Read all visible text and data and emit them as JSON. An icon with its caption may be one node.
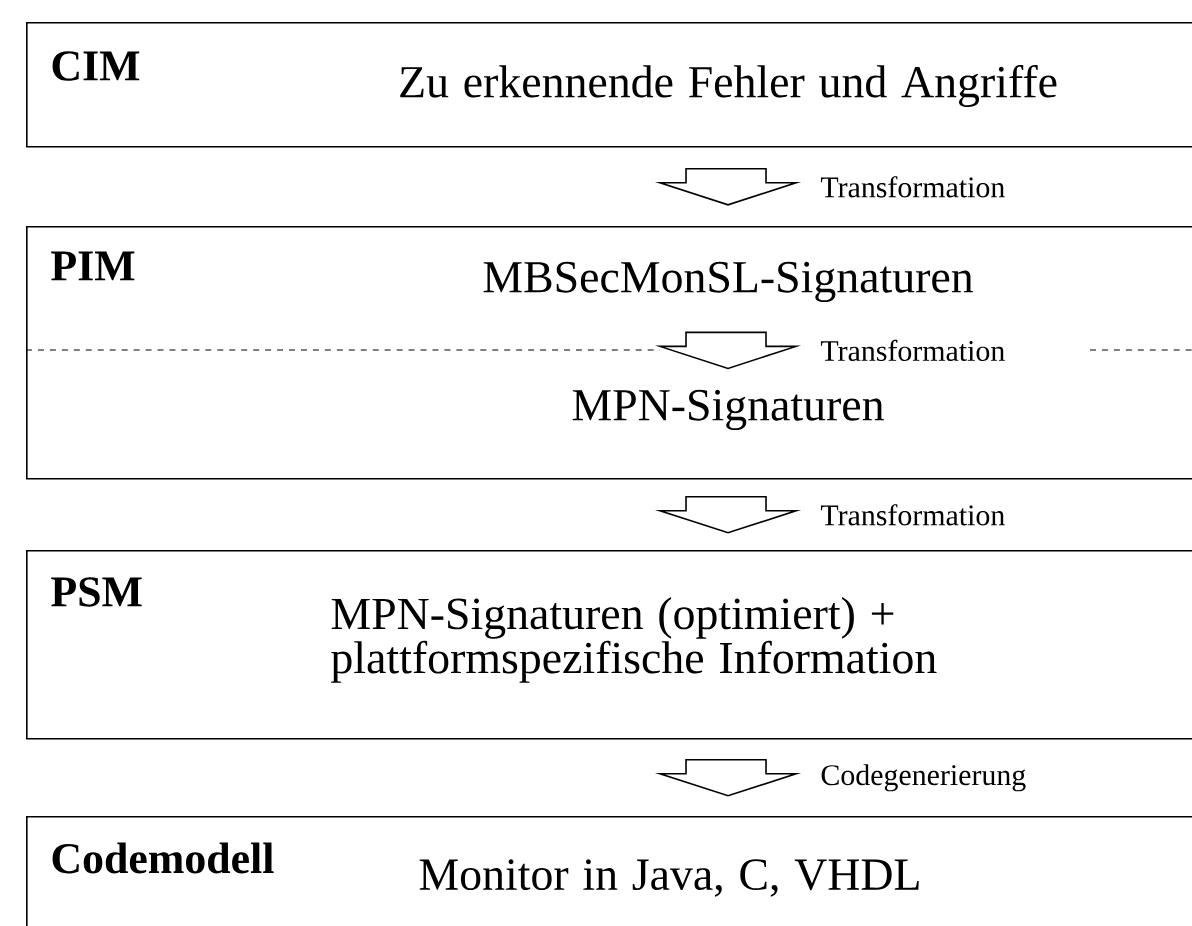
{
  "diagram": {
    "nodes": [
      {
        "text": [
          "CIM",
          "Zu erkennende Fehler und Angriffe"
        ]
      },
      {
        "text": [
          "PIM"
        ]
      },
      {
        "text": [
          "MBSecMonSL-Signaturen"
        ],
        "in": 1
      },
      {
        "text": [
          "MPN-Signaturen"
        ],
        "in": 1
      },
      {
        "text": [
          "PSM",
          "MPN-Signaturen (optimiert) + plattformspezifische Information"
        ]
      },
      {
        "text": [
          "Codemodell",
          "Monitor in Java, C, VHDL"
        ]
      }
    ],
    "edges": [
      {
        "from": 0,
        "to": 1,
        "arrow": "to",
        "label": "Transformation"
      },
      {
        "from": 2,
        "to": 3,
        "arrow": "to",
        "label": "Transformation"
      },
      {
        "from": 1,
        "to": 4,
        "arrow": "to",
        "label": "Transformation"
      },
      {
        "from": 4,
        "to": 5,
        "arrow": "to",
        "label": "Codegenerierung"
      }
    ]
  }
}
